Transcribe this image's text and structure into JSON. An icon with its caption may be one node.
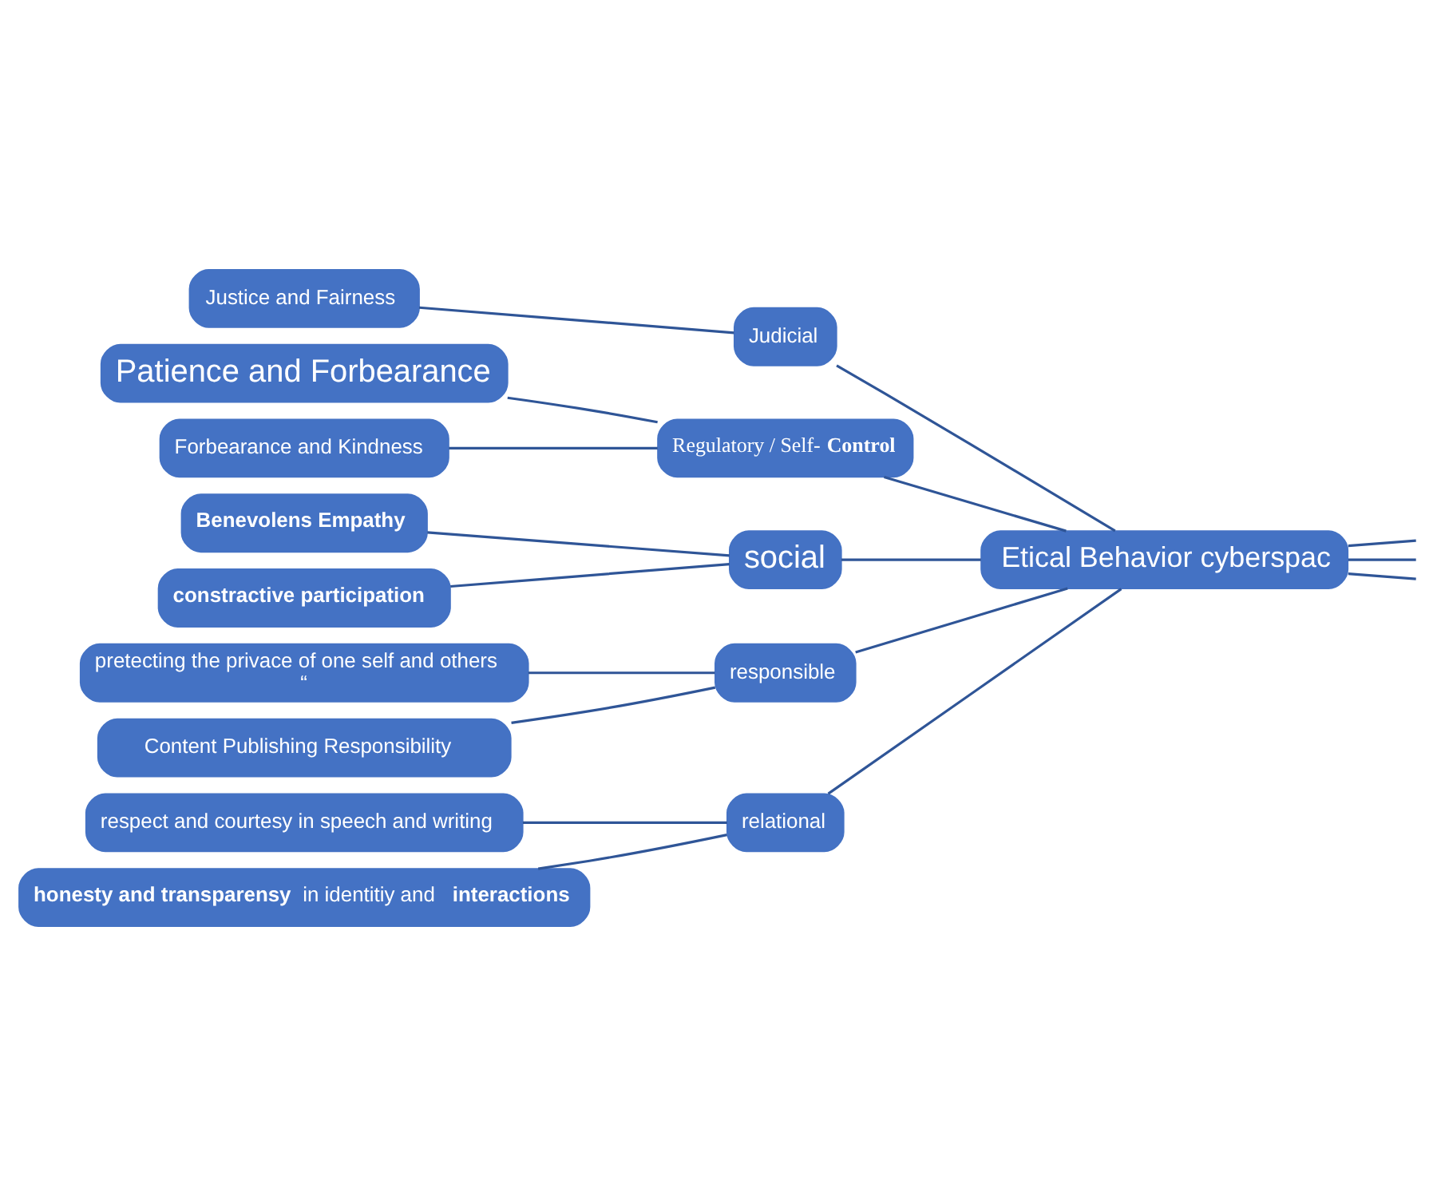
{
  "diagram": {
    "nodes": [
      {
        "text": [
          "Etical Behavior cyberspac"
        ]
      },
      {
        "text": [
          "Judicial"
        ]
      },
      {
        "text": [
          "Justice and Fairness"
        ]
      },
      {
        "text": [
          "Regulatory / Self-**Control**"
        ]
      },
      {
        "text": [
          "Patience and Forbearance"
        ]
      },
      {
        "text": [
          "Forbearance and Kindness"
        ]
      },
      {
        "text": [
          "social"
        ]
      },
      {
        "text": [
          "Benevolens Empathy"
        ]
      },
      {
        "text": [
          "constractive participation"
        ]
      },
      {
        "text": [
          "responsible"
        ]
      },
      {
        "text": [
          "pretecting the privace of one self and others",
          "“"
        ]
      },
      {
        "text": [
          "Content Publishing Responsibility"
        ]
      },
      {
        "text": [
          "relational"
        ]
      },
      {
        "text": [
          "respect and courtesy in speech and writing"
        ]
      },
      {
        "text": [
          "**honesty and transparensy** in identitiy and **interactions**"
        ]
      }
    ],
    "edges": [
      {
        "from": null,
        "to": 0,
        "arrow": "none"
      },
      {
        "from": 0,
        "to": 1,
        "arrow": "none"
      },
      {
        "from": 1,
        "to": 2,
        "arrow": "none"
      },
      {
        "from": 0,
        "to": 3,
        "arrow": "none"
      },
      {
        "from": 3,
        "to": 4,
        "arrow": "none"
      },
      {
        "from": 3,
        "to": 5,
        "arrow": "none"
      },
      {
        "from": 0,
        "to": 6,
        "arrow": "none"
      },
      {
        "from": 6,
        "to": 7,
        "arrow": "none"
      },
      {
        "from": 6,
        "to": 8,
        "arrow": "none"
      },
      {
        "from": 0,
        "to": 9,
        "arrow": "none"
      },
      {
        "from": 9,
        "to": 10,
        "arrow": "none"
      },
      {
        "from": 9,
        "to": 11,
        "arrow": "none"
      },
      {
        "from": null,
        "to": 0,
        "arrow": "none"
      },
      {
        "from": 0,
        "to": 12,
        "arrow": "none"
      },
      {
        "from": 12,
        "to": 13,
        "arrow": "none"
      },
      {
        "from": 12,
        "to": 14,
        "arrow": "none"
      },
      {
        "from": null,
        "to": 0,
        "arrow": "none"
      }
    ]
  }
}
